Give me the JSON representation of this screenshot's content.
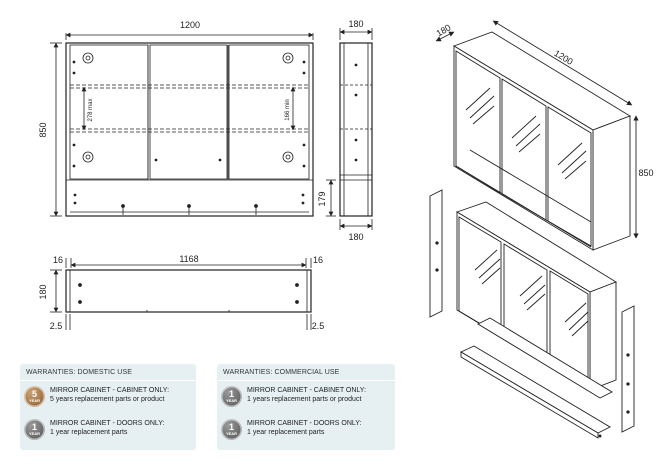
{
  "front_view": {
    "width_label": "1200",
    "height_label": "850",
    "shelf_gap_label": "278 max",
    "shelf_gap_label_right": "166 min"
  },
  "side_view": {
    "depth_top_label": "180",
    "depth_bottom_label": "180",
    "recess_label": "179"
  },
  "plan_view": {
    "left_offset_label": "16",
    "inner_width_label": "1168",
    "right_offset_label": "16",
    "depth_label": "180",
    "left_inset_label": "2.5",
    "right_inset_label": "2.5"
  },
  "iso_view": {
    "depth_label": "180",
    "width_label": "1200",
    "height_label": "850"
  },
  "warranties": {
    "domestic": {
      "title": "WARRANTIES: DOMESTIC USE",
      "items": [
        {
          "badge_num": "5",
          "badge_unit": "YEAR",
          "badge_color": "#a87440",
          "line1": "MIRROR CABINET - CABINET ONLY:",
          "line2": "5 years replacement parts or product"
        },
        {
          "badge_num": "1",
          "badge_unit": "YEAR",
          "badge_color": "#6b6b6b",
          "line1": "MIRROR CABINET - DOORS ONLY:",
          "line2": "1 year replacement parts"
        }
      ]
    },
    "commercial": {
      "title": "WARRANTIES: COMMERCIAL USE",
      "items": [
        {
          "badge_num": "1",
          "badge_unit": "YEAR",
          "badge_color": "#6b6b6b",
          "line1": "MIRROR CABINET - CABINET ONLY:",
          "line2": "1 years replacement parts or product"
        },
        {
          "badge_num": "1",
          "badge_unit": "YEAR",
          "badge_color": "#6b6b6b",
          "line1": "MIRROR CABINET - DOORS ONLY:",
          "line2": "1 year replacement parts"
        }
      ]
    }
  }
}
